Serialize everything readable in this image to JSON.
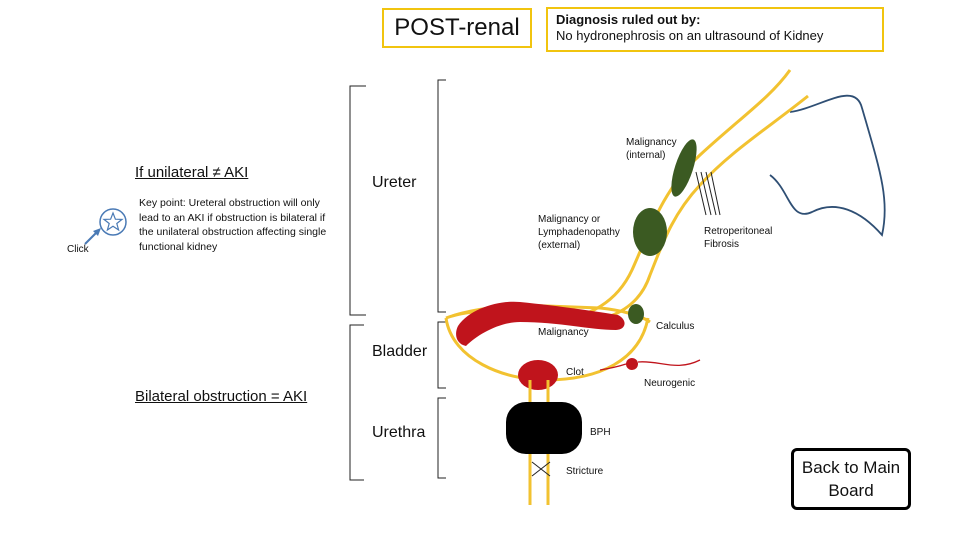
{
  "header": {
    "title": "POST-renal",
    "diagnosis_heading": "Diagnosis ruled out by:",
    "diagnosis_text": "No hydronephrosis on an ultrasound of Kidney"
  },
  "left_panel": {
    "unilateral": "If unilateral ≠ AKI",
    "key_point": "Key point: Ureteral obstruction will only lead to an AKI if obstruction is bilateral if the unilateral obstruction affecting single functional kidney",
    "click_label": "Click",
    "bilateral": "Bilateral obstruction = AKI"
  },
  "sections": {
    "ureter": "Ureter",
    "bladder": "Bladder",
    "urethra": "Urethra"
  },
  "diagram_labels": {
    "malignancy_internal": "Malignancy (internal)",
    "malignancy_external": "Malignancy or Lymphadenopathy (external)",
    "retroperitoneal": "Retroperitoneal Fibrosis",
    "calculus": "Calculus",
    "malignancy_bladder": "Malignancy",
    "clot": "Clot",
    "neurogenic": "Neurogenic",
    "bph": "BPH",
    "stricture": "Stricture"
  },
  "nav": {
    "back_label": "Back to Main Board"
  },
  "colors": {
    "tube": "#f2c230",
    "mass": "#3b5a22",
    "red": "#c0141c",
    "bracket": "#222222",
    "icon_blue": "#4a7ab5",
    "kidney_outline": "#2f4f74"
  }
}
